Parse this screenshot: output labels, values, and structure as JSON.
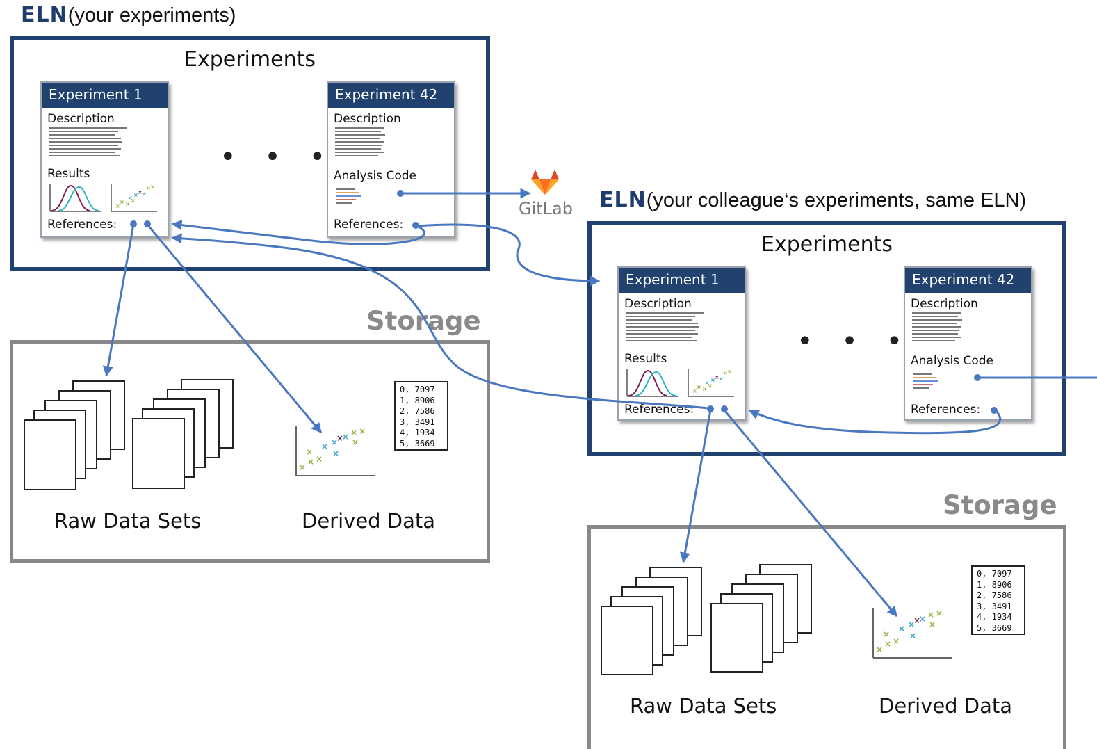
{
  "colors": {
    "navy": "#21426f",
    "arrow": "#4a78c0",
    "storage_gray": "#888888",
    "gitlab_orange": "#e2432a"
  },
  "left": {
    "eln_label": "ELN",
    "eln_suffix": "(your experiments)",
    "frame_title": "Experiments",
    "exp1": {
      "title": "Experiment 1",
      "description": "Description",
      "results": "Results",
      "references": "References:"
    },
    "exp42": {
      "title": "Experiment 42",
      "description": "Description",
      "analysis": "Analysis Code",
      "references": "References:"
    },
    "dots": "• • •",
    "storage": "Storage",
    "raw": "Raw Data Sets",
    "derived": "Derived Data",
    "numbers": "0, 7097\n1, 8906\n2, 7586\n3, 3491\n4, 1934\n5, 3669"
  },
  "right": {
    "eln_label": "ELN",
    "eln_suffix": "(your colleague‘s experiments, same ELN)",
    "frame_title": "Experiments",
    "exp1": {
      "title": "Experiment 1",
      "description": "Description",
      "results": "Results",
      "references": "References:"
    },
    "exp42": {
      "title": "Experiment 42",
      "description": "Description",
      "analysis": "Analysis Code",
      "references": "References:"
    },
    "dots": "• • •",
    "storage": "Storage",
    "raw": "Raw Data Sets",
    "derived": "Derived Data",
    "numbers": "0, 7097\n1, 8906\n2, 7586\n3, 3491\n4, 1934\n5, 3669"
  },
  "gitlab": {
    "label": "GitLab",
    "icon": "gitlab-fox-icon"
  }
}
